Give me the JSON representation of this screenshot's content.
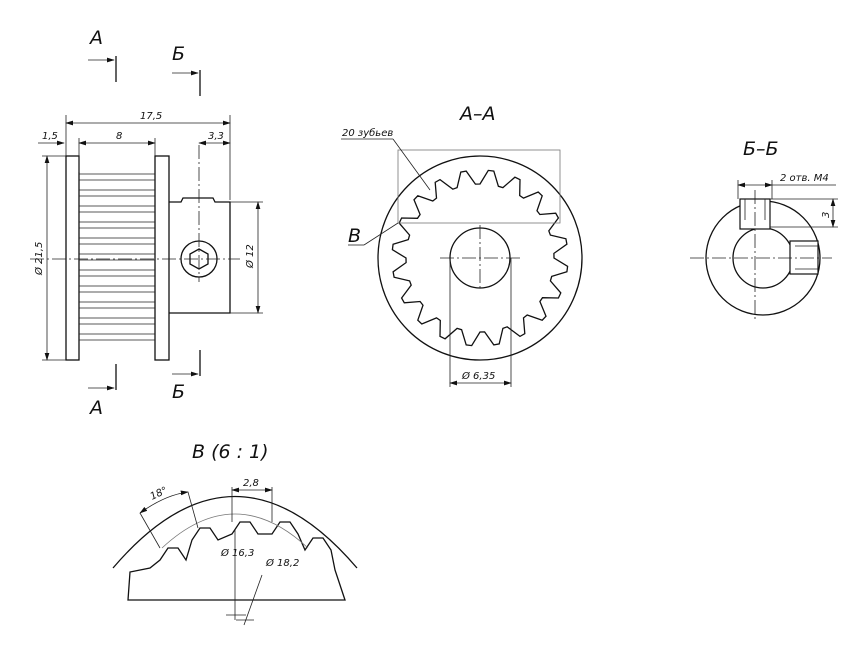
{
  "section_labels": {
    "a_top": "A",
    "b_top": "Б",
    "a_bottom": "A",
    "b_bottom": "Б"
  },
  "front_view": {
    "dim_overall": "17,5",
    "dim_flange": "1,5",
    "dim_teeth_width": "8",
    "dim_screw_offset": "3,3",
    "dim_outer_diameter": "Ø 21,5",
    "dim_hub_diameter": "Ø 12"
  },
  "section_aa": {
    "title": "A–A",
    "teeth_note": "20 зубьев",
    "teeth_count": 20,
    "detail_label": "B",
    "dim_bore": "Ø 6,35"
  },
  "section_bb": {
    "title": "Б–Б",
    "dim_holes": "2 отв. M4",
    "dim_depth": "3"
  },
  "detail_b": {
    "title": "B  (6 : 1)",
    "dim_angle": "18°",
    "dim_tooth_width": "2,8",
    "dim_root_diameter": "Ø 16,3",
    "dim_tip_diameter": "Ø 18,2"
  }
}
